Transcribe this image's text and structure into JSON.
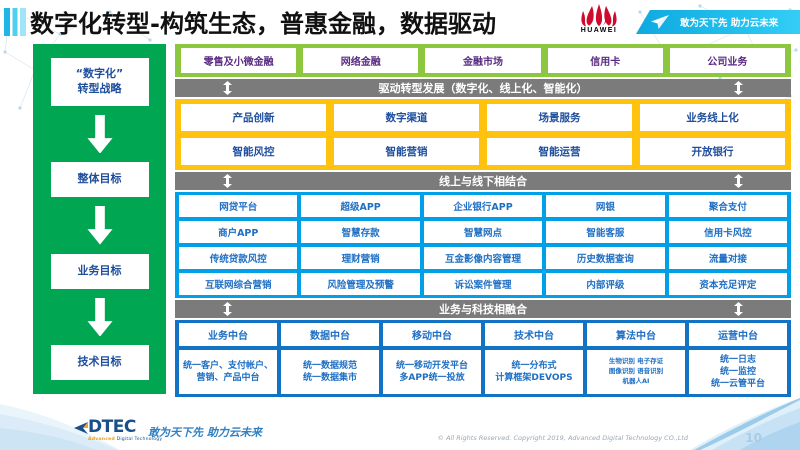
{
  "header": {
    "title": "数字化转型-构筑生态，普惠金融，数据驱动",
    "brand": "HUAWEI",
    "banner_text": "敢为天下先 助力云未来",
    "accent_color": "#1fb6e6",
    "brand_color": "#cf0a2c"
  },
  "sidebar": {
    "bg_color": "#00a651",
    "items": [
      {
        "label": "“数字化”\n转型战略",
        "line1": "“数字化”",
        "line2": "转型战略"
      },
      {
        "label": "整体目标"
      },
      {
        "label": "业务目标"
      },
      {
        "label": "技术目标"
      }
    ]
  },
  "top_band": {
    "bg_color": "#8dc63f",
    "items": [
      "零售及小微金融",
      "网络金融",
      "金融市场",
      "信用卡",
      "公司业务"
    ]
  },
  "connector_1": {
    "label": "驱动转型发展（数字化、线上化、智能化）",
    "bg_color": "#7b7b7b"
  },
  "orange_band": {
    "bg_color": "#ffc20e",
    "rows": [
      [
        "产品创新",
        "数字渠道",
        "场景服务",
        "业务线上化"
      ],
      [
        "智能风控",
        "智能营销",
        "智能运营",
        "开放银行"
      ]
    ]
  },
  "connector_2": {
    "label": "线上与线下相结合",
    "bg_color": "#7b7b7b"
  },
  "blue_band": {
    "bg_color": "#00a0e9",
    "rows": [
      [
        "网贷平台",
        "超级APP",
        "企业银行APP",
        "网银",
        "聚合支付"
      ],
      [
        "商户APP",
        "智慧存款",
        "智慧网点",
        "智能客服",
        "信用卡风控"
      ],
      [
        "传统贷款风控",
        "理财营销",
        "互金影像内容管理",
        "历史数据查询",
        "流量对接"
      ],
      [
        "互联网综合营销",
        "风险管理及预警",
        "诉讼案件管理",
        "内部评级",
        "资本充足评定"
      ]
    ]
  },
  "connector_3": {
    "label": "业务与科技相融合",
    "bg_color": "#7b7b7b"
  },
  "bottom_band": {
    "bg_color": "#1272c4",
    "headers": [
      "业务中台",
      "数据中台",
      "移动中台",
      "技术中台",
      "算法中台",
      "运营中台"
    ],
    "details": [
      {
        "lines": [
          "统一客户、支付帐户、营销、产品中台"
        ],
        "small": false
      },
      {
        "lines": [
          "统一数据规范",
          "统一数据集市"
        ],
        "small": false
      },
      {
        "lines": [
          "统一移动开发平台",
          "多APP统一投放"
        ],
        "small": false
      },
      {
        "lines": [
          "统一分布式",
          "计算框架DEVOPS"
        ],
        "small": false
      },
      {
        "lines": [
          "生物识别  电子存证",
          "图像识别  语音识别",
          "机器人AI"
        ],
        "small": true
      },
      {
        "lines": [
          "统一日志",
          "统一监控",
          "统一云管平台"
        ],
        "small": false
      }
    ]
  },
  "footer": {
    "logo_main": "DTEC",
    "logo_sub_bold": "Advanced",
    "logo_sub_rest": " Digital Technology",
    "slogan": "敢为天下先   助力云未来",
    "copyright": "© All Rights Reserved. Copyright 2019, Advanced Digital Technology CO.,Ltd",
    "page_number": "10"
  }
}
